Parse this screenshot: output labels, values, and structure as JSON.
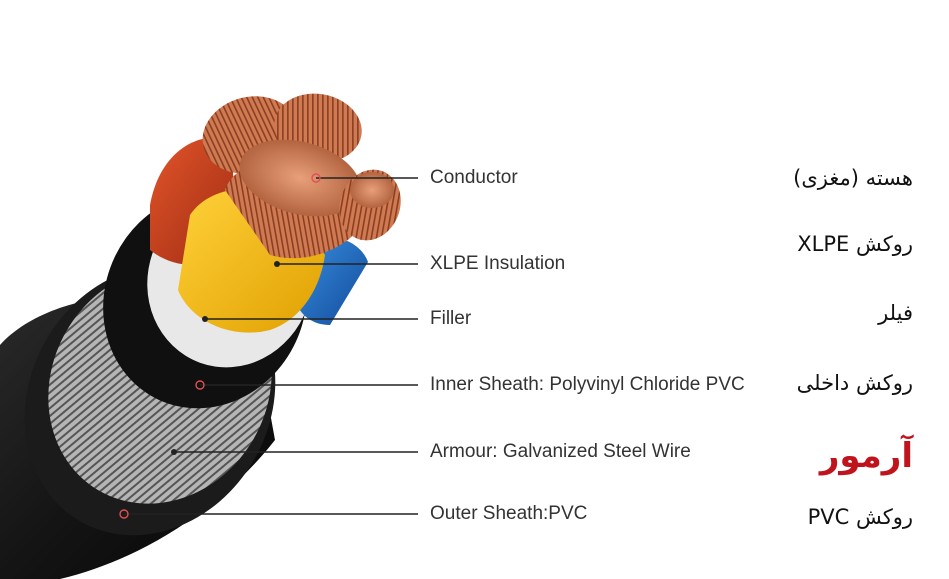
{
  "colors": {
    "accent_red": "#c0141c",
    "line": "#222222",
    "text_en": "#333333",
    "text_fa": "#111111"
  },
  "layers": [
    {
      "en": "Conductor",
      "fa": "هسته (مغزی)",
      "accent": false
    },
    {
      "en": "XLPE Insulation",
      "fa": "روکش XLPE",
      "accent": false
    },
    {
      "en": "Filler",
      "fa": "فیلر",
      "accent": false
    },
    {
      "en": "Inner Sheath: Polyvinyl Chloride PVC",
      "fa": "روکش داخلی",
      "accent": false
    },
    {
      "en": "Armour: Galvanized Steel Wire",
      "fa": "آرمور",
      "accent": true
    },
    {
      "en": "Outer Sheath:PVC",
      "fa": "روکش PVC",
      "accent": false
    }
  ]
}
